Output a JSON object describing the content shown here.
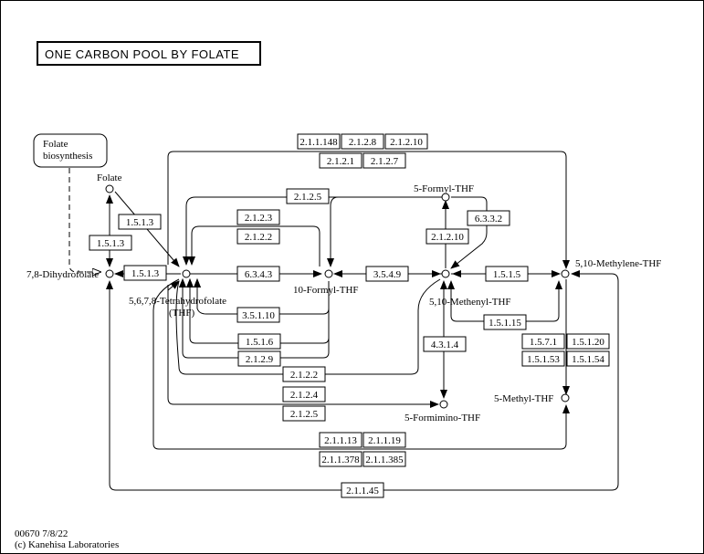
{
  "title": "ONE CARBON POOL BY FOLATE",
  "map_link": {
    "line1": "Folate",
    "line2": "biosynthesis"
  },
  "compounds": {
    "folate": "Folate",
    "dhf": "7,8-Dihydrofolate",
    "thf_line1": "5,6,7,8-Tetrahydrofolate",
    "thf_line2": "(THF)",
    "formyl10": "10-Formyl-THF",
    "formyl5": "5-Formyl-THF",
    "methenyl": "5,10-Methenyl-THF",
    "methylene": "5,10-Methylene-THF",
    "formimino": "5-Formimino-THF",
    "methyl": "5-Methyl-THF"
  },
  "enzymes": {
    "e_2_1_1_148": "2.1.1.148",
    "e_2_1_2_8": "2.1.2.8",
    "e_2_1_2_10_top": "2.1.2.10",
    "e_2_1_2_1": "2.1.2.1",
    "e_2_1_2_7": "2.1.2.7",
    "e_2_1_2_5_top": "2.1.2.5",
    "e_1_5_1_3_diag": "1.5.1.3",
    "e_1_5_1_3_vert": "1.5.1.3",
    "e_1_5_1_3_horiz": "1.5.1.3",
    "e_2_1_2_3": "2.1.2.3",
    "e_2_1_2_2_top": "2.1.2.2",
    "e_6_3_4_3": "6.3.4.3",
    "e_3_5_4_9": "3.5.4.9",
    "e_1_5_1_5": "1.5.1.5",
    "e_2_1_2_10_mid": "2.1.2.10",
    "e_6_3_3_2": "6.3.3.2",
    "e_3_5_1_10": "3.5.1.10",
    "e_1_5_1_15": "1.5.1.15",
    "e_1_5_1_6": "1.5.1.6",
    "e_4_3_1_4": "4.3.1.4",
    "e_2_1_2_9": "2.1.2.9",
    "e_1_5_7_1": "1.5.7.1",
    "e_1_5_1_20": "1.5.1.20",
    "e_1_5_1_53": "1.5.1.53",
    "e_1_5_1_54": "1.5.1.54",
    "e_2_1_2_2_bot": "2.1.2.2",
    "e_2_1_2_4": "2.1.2.4",
    "e_2_1_2_5_bot": "2.1.2.5",
    "e_2_1_1_13": "2.1.1.13",
    "e_2_1_1_19": "2.1.1.19",
    "e_2_1_1_378": "2.1.1.378",
    "e_2_1_1_385": "2.1.1.385",
    "e_2_1_1_45": "2.1.1.45"
  },
  "footer": {
    "map_id_date": "00670 7/8/22",
    "copyright": "(c) Kanehisa Laboratories"
  }
}
